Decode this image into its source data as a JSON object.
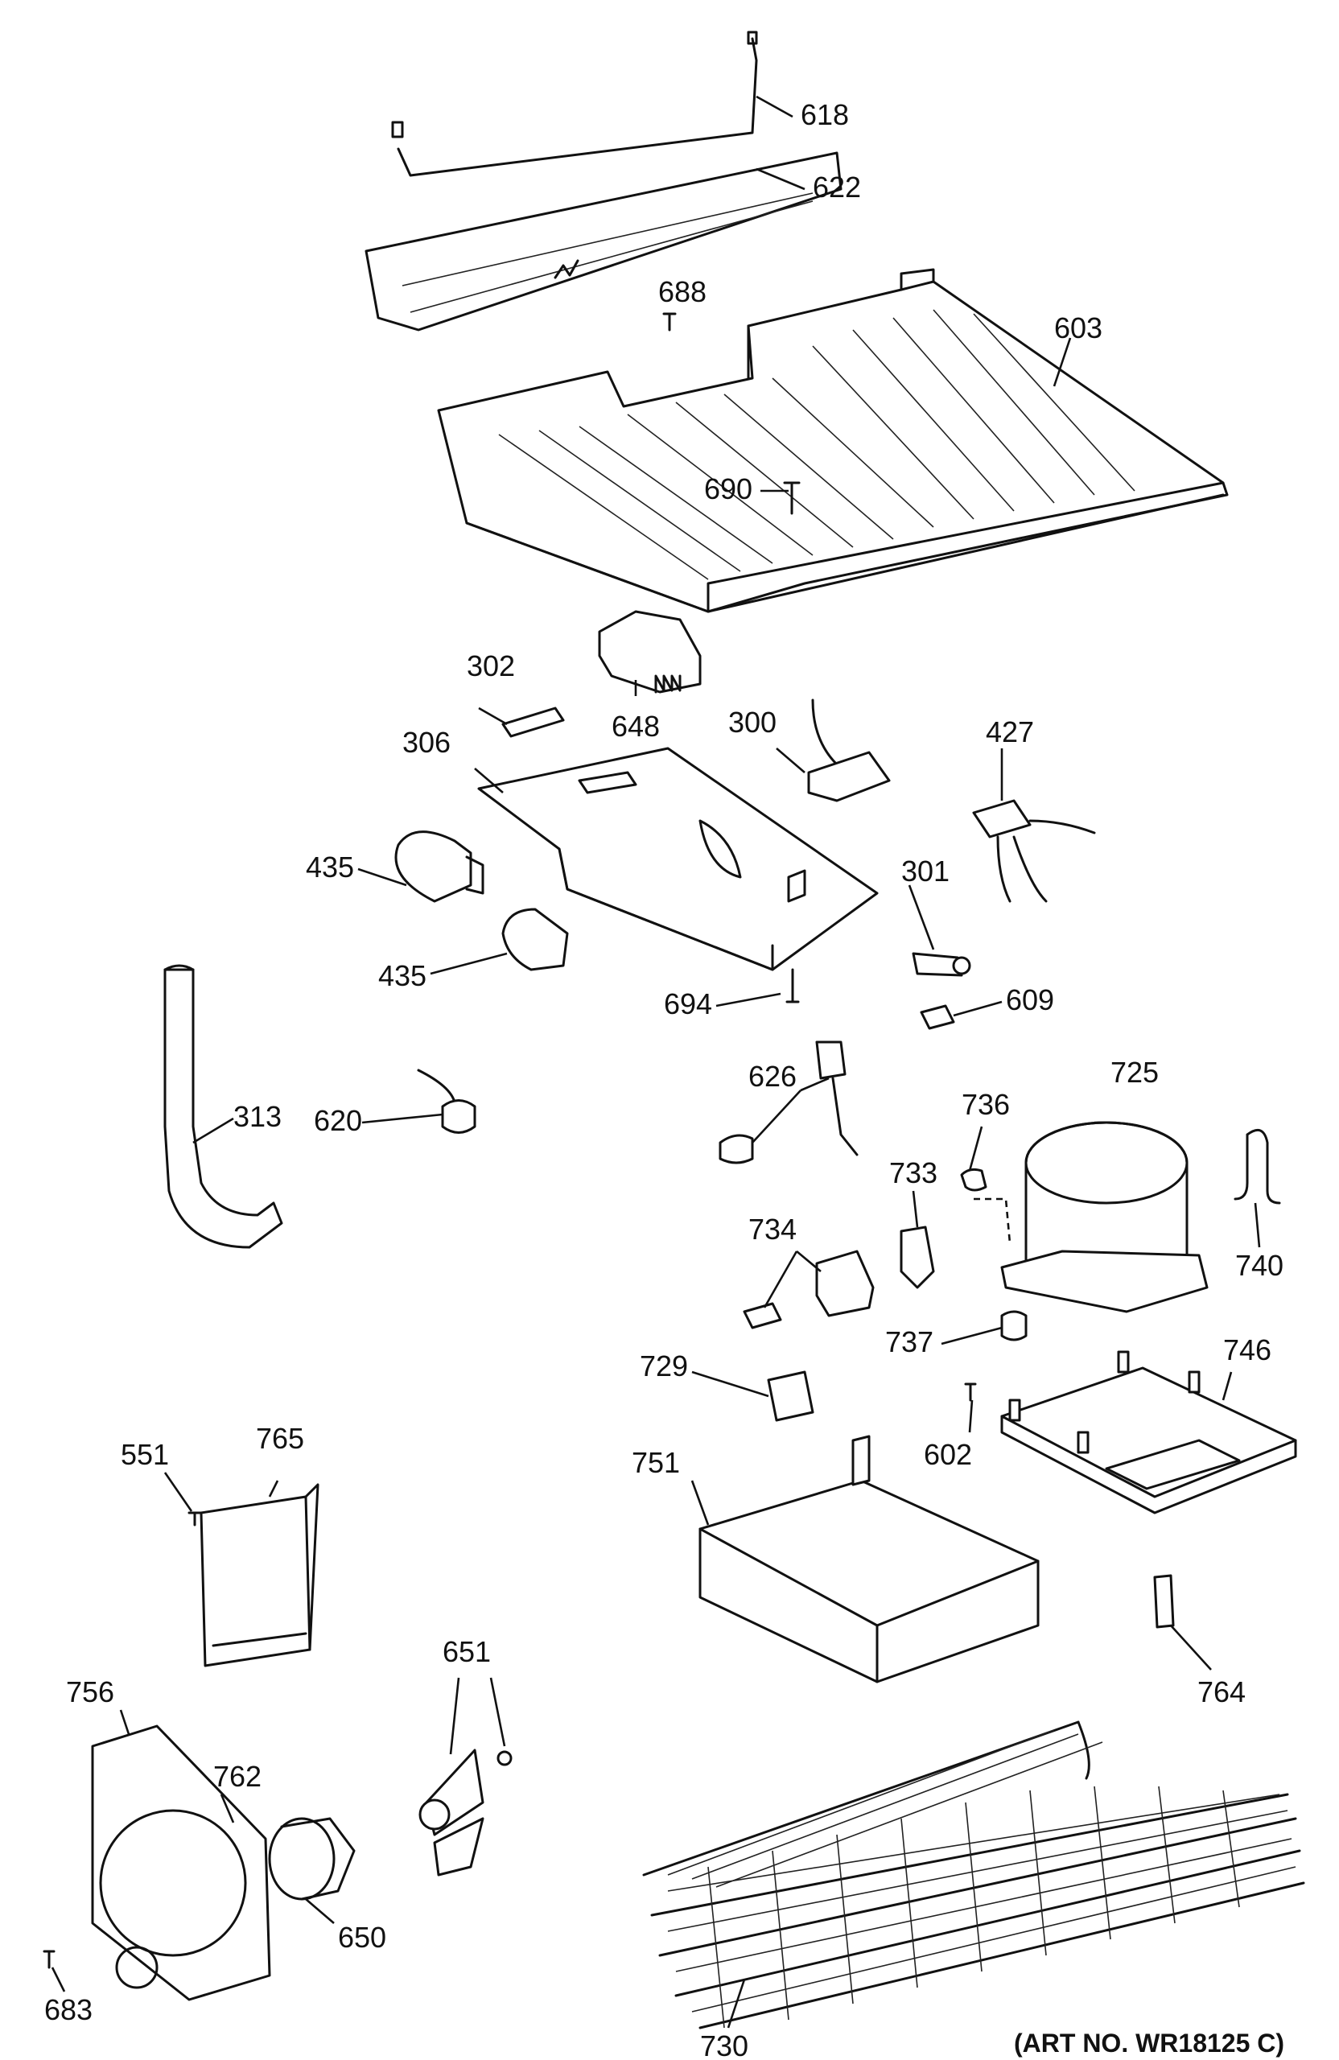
{
  "diagram": {
    "art_number": "(ART NO. WR18125 C)",
    "callouts": [
      {
        "id": "618",
        "text": "618"
      },
      {
        "id": "622",
        "text": "622"
      },
      {
        "id": "688",
        "text": "688"
      },
      {
        "id": "603",
        "text": "603"
      },
      {
        "id": "690",
        "text": "690"
      },
      {
        "id": "302",
        "text": "302"
      },
      {
        "id": "648",
        "text": "648"
      },
      {
        "id": "300",
        "text": "300"
      },
      {
        "id": "306",
        "text": "306"
      },
      {
        "id": "427",
        "text": "427"
      },
      {
        "id": "435a",
        "text": "435"
      },
      {
        "id": "435b",
        "text": "435"
      },
      {
        "id": "301",
        "text": "301"
      },
      {
        "id": "694",
        "text": "694"
      },
      {
        "id": "609",
        "text": "609"
      },
      {
        "id": "313",
        "text": "313"
      },
      {
        "id": "620",
        "text": "620"
      },
      {
        "id": "626",
        "text": "626"
      },
      {
        "id": "736",
        "text": "736"
      },
      {
        "id": "725",
        "text": "725"
      },
      {
        "id": "733",
        "text": "733"
      },
      {
        "id": "740",
        "text": "740"
      },
      {
        "id": "734",
        "text": "734"
      },
      {
        "id": "737",
        "text": "737"
      },
      {
        "id": "729",
        "text": "729"
      },
      {
        "id": "746",
        "text": "746"
      },
      {
        "id": "602",
        "text": "602"
      },
      {
        "id": "751",
        "text": "751"
      },
      {
        "id": "551",
        "text": "551"
      },
      {
        "id": "765",
        "text": "765"
      },
      {
        "id": "764",
        "text": "764"
      },
      {
        "id": "756",
        "text": "756"
      },
      {
        "id": "651",
        "text": "651"
      },
      {
        "id": "762",
        "text": "762"
      },
      {
        "id": "650",
        "text": "650"
      },
      {
        "id": "683",
        "text": "683"
      },
      {
        "id": "730",
        "text": "730"
      }
    ]
  }
}
